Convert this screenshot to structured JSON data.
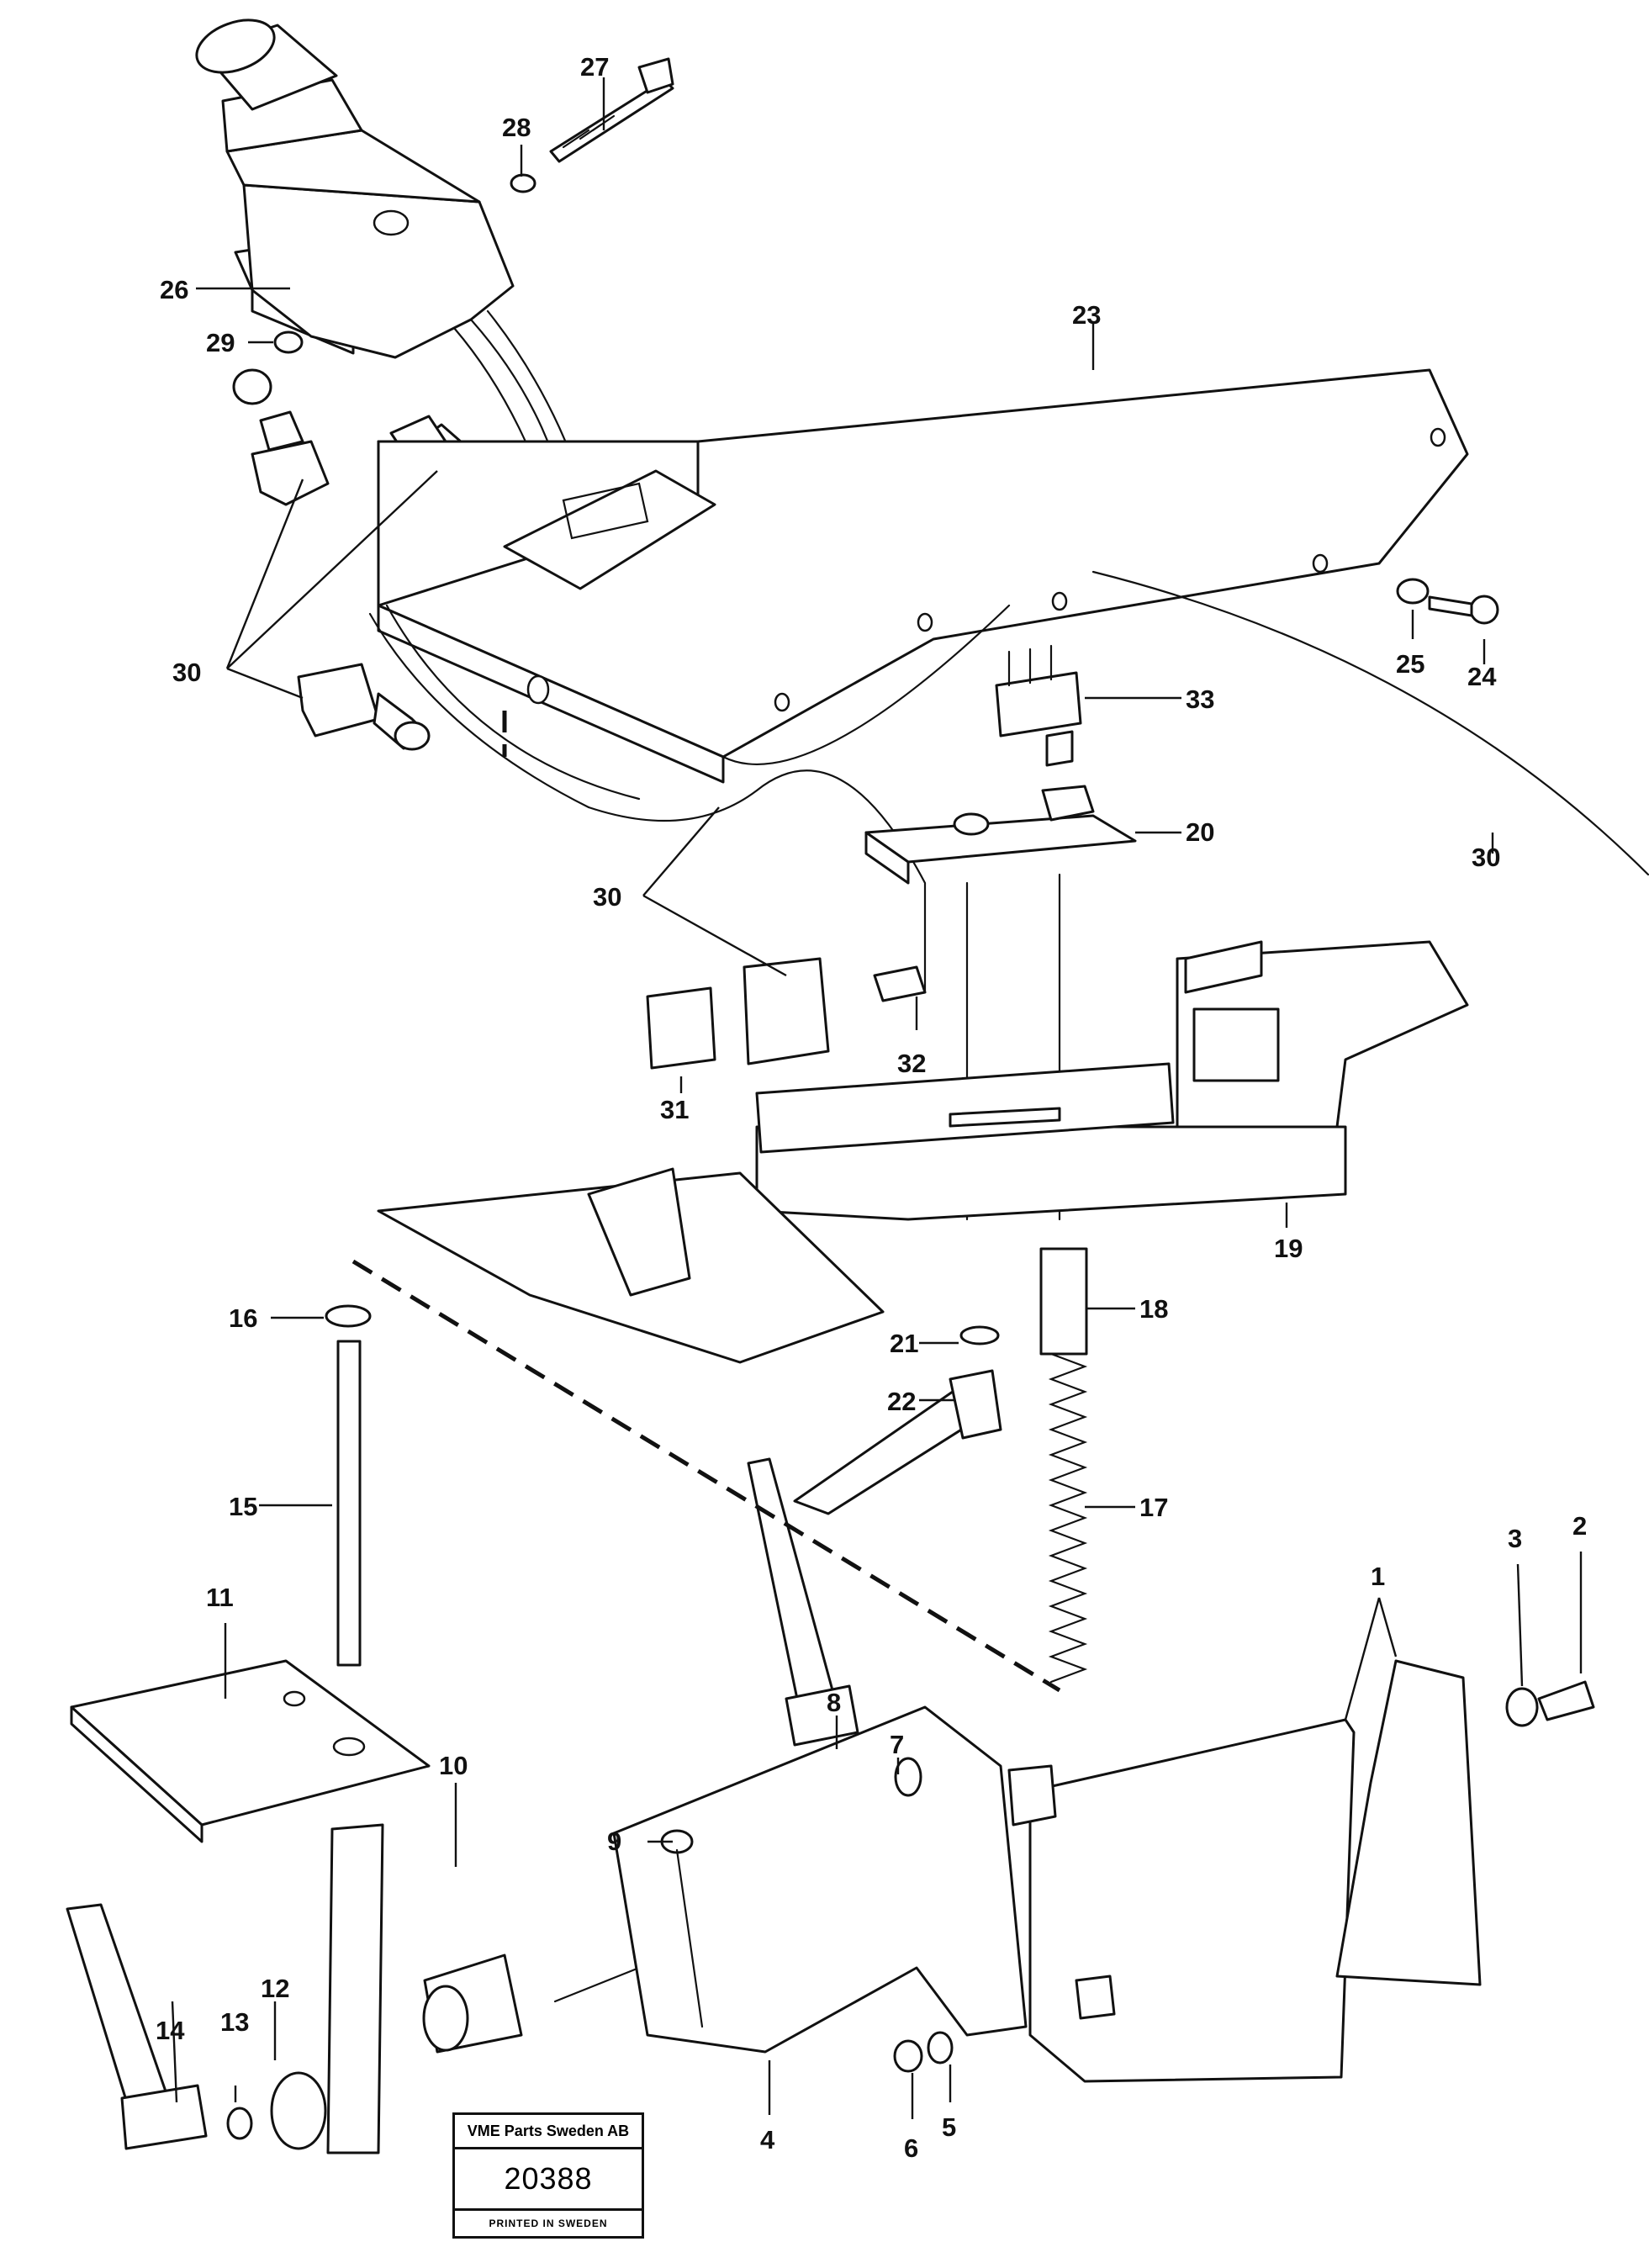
{
  "colors": {
    "ink": "#111111",
    "paper": "#ffffff"
  },
  "callouts": {
    "p1": "1",
    "p2": "2",
    "p3": "3",
    "p4": "4",
    "p5": "5",
    "p6": "6",
    "p7": "7",
    "p8": "8",
    "p9": "9",
    "p10": "10",
    "p11": "11",
    "p12": "12",
    "p13": "13",
    "p14": "14",
    "p15": "15",
    "p16": "16",
    "p17": "17",
    "p18": "18",
    "p19": "19",
    "p20": "20",
    "p21": "21",
    "p22": "22",
    "p23": "23",
    "p24": "24",
    "p25": "25",
    "p26": "26",
    "p27": "27",
    "p28": "28",
    "p29": "29",
    "p30": "30",
    "p31": "31",
    "p32": "32",
    "p33": "33"
  },
  "stamp": {
    "company": "VME Parts Sweden AB",
    "number": "20388",
    "printed": "PRINTED IN SWEDEN"
  }
}
